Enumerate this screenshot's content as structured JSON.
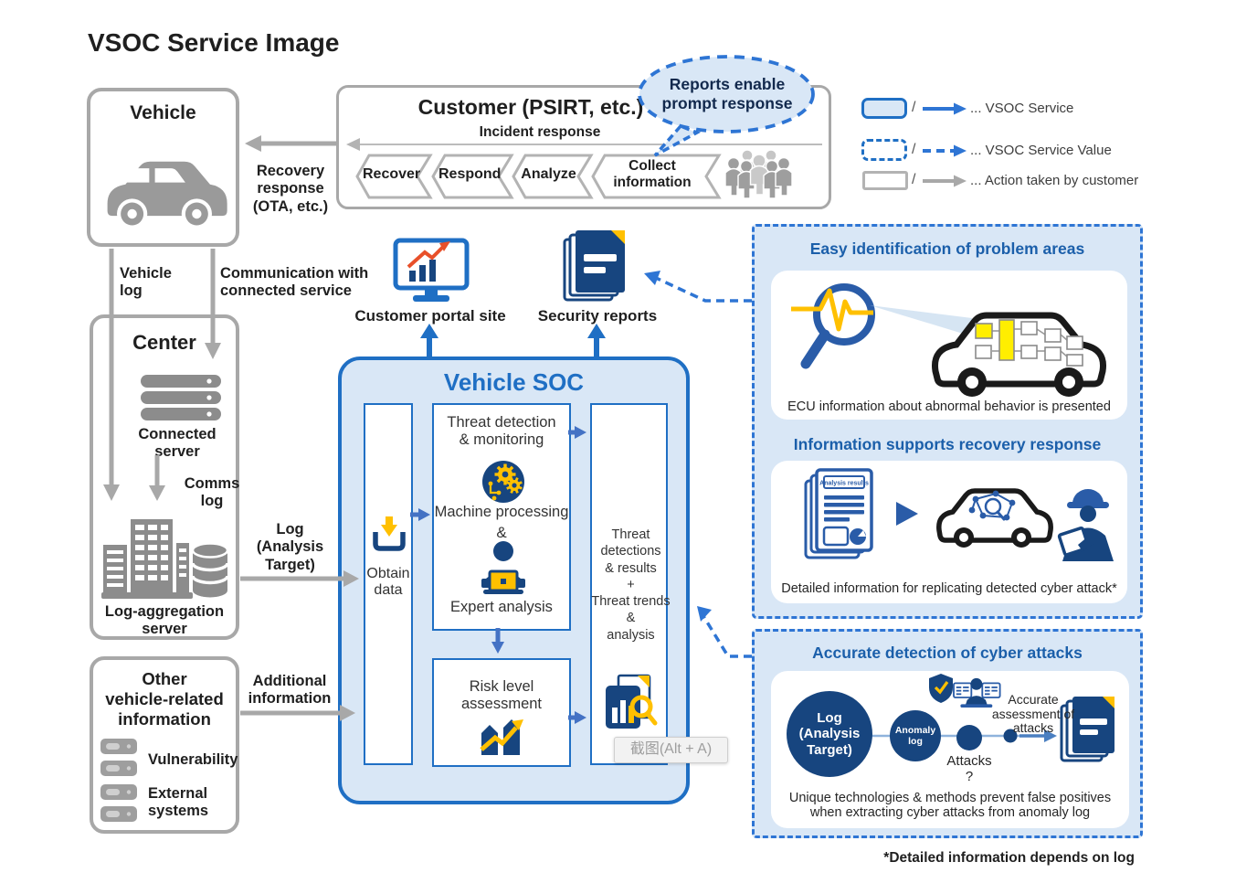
{
  "title": "VSOC Service Image",
  "colors": {
    "blue": "#1f6fc4",
    "dash_blue": "#2e75d4",
    "navy": "#17457f",
    "light_blue": "#d9e7f6",
    "yellow": "#ffc000",
    "gray": "#a8a8a8",
    "orange": "#e8502a"
  },
  "vehicle_box": {
    "title": "Vehicle"
  },
  "customer_box": {
    "title": "Customer (PSIRT, etc.)",
    "subtitle": "Incident response",
    "steps": [
      "Recover",
      "Respond",
      "Analyze",
      "Collect\ninformation"
    ]
  },
  "speech_bubble": {
    "text": "Reports enable\nprompt response"
  },
  "legend": {
    "slash": "/",
    "items": [
      {
        "label": "... VSOC Service"
      },
      {
        "label": "... VSOC Service Value"
      },
      {
        "label": "... Action taken by customer"
      }
    ]
  },
  "labels": {
    "recovery_response": "Recovery\nresponse\n(OTA, etc.)",
    "vehicle_log": "Vehicle\nlog",
    "communication": "Communication with\nconnected service",
    "log_analysis_target": "Log\n(Analysis\nTarget)",
    "additional_information": "Additional\ninformation",
    "customer_portal": "Customer portal site",
    "security_reports": "Security reports",
    "footnote": "*Detailed information depends on log"
  },
  "center_box": {
    "title": "Center",
    "connected_server": "Connected\nserver",
    "comms_log": "Comms\nlog",
    "log_aggregation": "Log-aggregation\nserver"
  },
  "other_box": {
    "title": "Other\nvehicle-related\ninformation",
    "items": [
      "Vulnerability",
      "External\nsystems"
    ]
  },
  "vsoc_box": {
    "title": "Vehicle SOC",
    "obtain_data": "Obtain\ndata",
    "threat_detection": "Threat detection\n& monitoring",
    "machine_processing": "Machine processing",
    "amp": "&",
    "expert_analysis": "Expert analysis",
    "risk_level": "Risk level\nassessment",
    "threat_output": "Threat\ndetections\n& results\n+\nThreat trends\n&\nanalysis"
  },
  "panels": {
    "problem_areas": {
      "title": "Easy identification of problem areas",
      "caption": "ECU information about abnormal behavior is presented"
    },
    "recovery_support": {
      "title": "Information supports recovery response",
      "doc_label": "Analysis results",
      "caption": "Detailed information for replicating detected cyber attack*"
    },
    "accurate_detection": {
      "title": "Accurate detection of cyber attacks",
      "log_circle": "Log\n(Analysis\nTarget)",
      "anomaly_circle": "Anomaly\nlog",
      "attacks_label": "Attacks\n?",
      "assessment_label": "Accurate\nassessment of\nattacks",
      "caption": "Unique technologies & methods prevent false positives\nwhen extracting cyber attacks from anomaly log"
    }
  },
  "tooltip": {
    "text": "截图(Alt + A)"
  },
  "icons": {
    "car-icon": "gray car silhouette",
    "people-group-icon": "group of person silhouettes",
    "monitor-chart-icon": "monitor with rising chart",
    "report-stack-icon": "stacked documents with folded corner",
    "download-icon": "arrow into tray",
    "gears-icon": "gears in circle",
    "analyst-laptop-icon": "person with laptop",
    "risk-chart-icon": "bars with rising arrow",
    "doc-chart-magnifier-icon": "document with chart and magnifier",
    "magnifier-pulse-icon": "magnifying glass with waveform",
    "car-ecu-icon": "car with ECU blocks",
    "car-network-icon": "car with network graph",
    "worker-icon": "worker with hard hat and tablet",
    "shield-check-icon": "shield with check mark",
    "server-stack-icon": "server stack",
    "building-db-icon": "buildings with database"
  }
}
